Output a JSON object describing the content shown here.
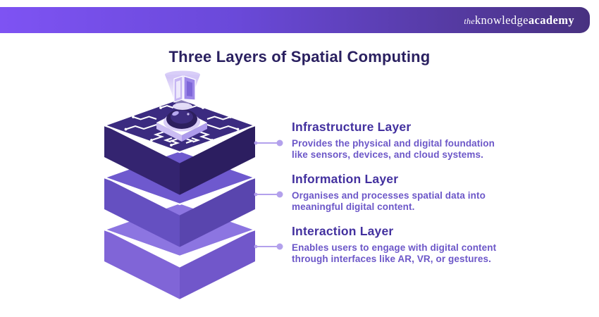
{
  "banner": {
    "logo": {
      "the": "the",
      "knowledge": "knowledge",
      "academy": "academy"
    }
  },
  "title": "Three Layers of Spatial Computing",
  "layers": [
    {
      "heading": "Infrastructure Layer",
      "line1": "Provides the physical and digital foundation",
      "line2": "like sensors, devices, and cloud systems."
    },
    {
      "heading": "Information Layer",
      "line1": "Organises and processes spatial data into",
      "line2": "meaningful digital content."
    },
    {
      "heading": "Interaction Layer",
      "line1": "Enables users to engage with digital content",
      "line2": "through interfaces like AR, VR, or gestures."
    }
  ],
  "illustration": {
    "slabs": [
      "infrastructure-slab",
      "information-slab",
      "interaction-slab"
    ],
    "icons": [
      "circuit-traces",
      "chip",
      "hologram-beam"
    ]
  },
  "colors": {
    "banner_gradient_start": "#7E53F3",
    "banner_gradient_end": "#483180",
    "title": "#2A2060",
    "heading": "#43319F",
    "body_text": "#6C57C8",
    "connector": "#B3A1EC",
    "slab_top_face_dark": "#3B2B80",
    "slab_middle_face": "#6E59CE",
    "slab_bottom_face": "#8C75E1",
    "logo_text": "#FFFFFF"
  }
}
